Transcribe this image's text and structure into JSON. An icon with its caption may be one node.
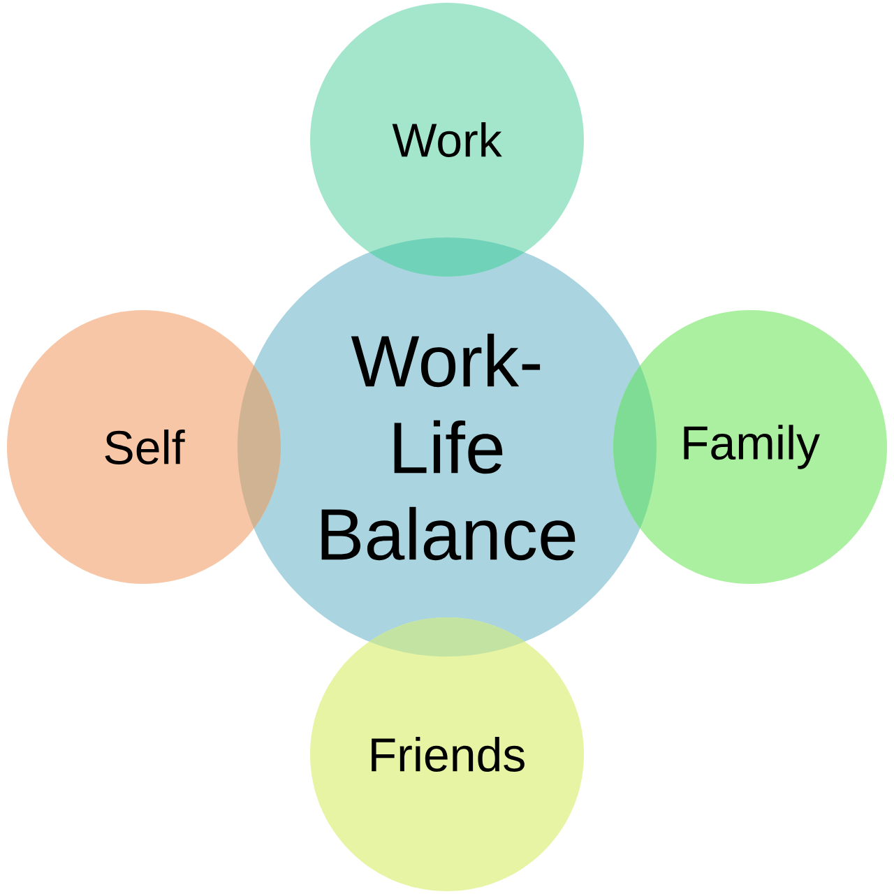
{
  "diagram": {
    "nodes": [
      {
        "text": [
          "Work-Life Balance"
        ]
      },
      {
        "text": [
          "Work"
        ]
      },
      {
        "text": [
          "Family"
        ]
      },
      {
        "text": [
          "Friends"
        ]
      },
      {
        "text": [
          "Self"
        ]
      }
    ]
  }
}
